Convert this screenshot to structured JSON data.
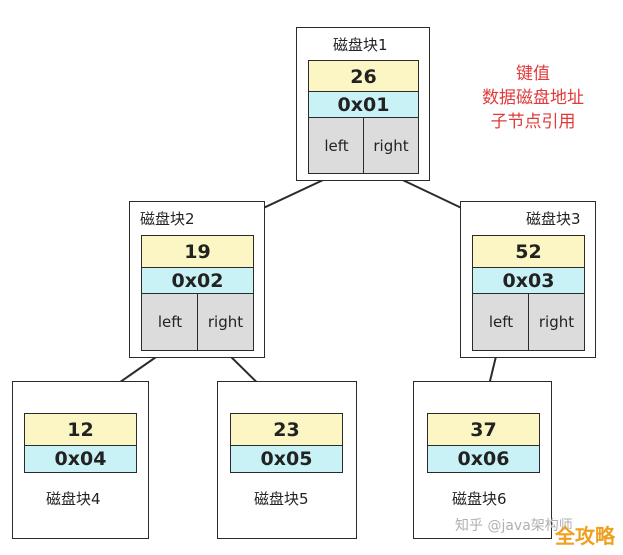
{
  "legend": {
    "line1": "键值",
    "line2": "数据磁盘地址",
    "line3": "子节点引用"
  },
  "blocks": [
    {
      "label": "磁盘块1",
      "key": "26",
      "addr": "0x01",
      "left": "left",
      "right": "right"
    },
    {
      "label": "磁盘块2",
      "key": "19",
      "addr": "0x02",
      "left": "left",
      "right": "right"
    },
    {
      "label": "磁盘块3",
      "key": "52",
      "addr": "0x03",
      "left": "left",
      "right": "right"
    },
    {
      "label": "磁盘块4",
      "key": "12",
      "addr": "0x04"
    },
    {
      "label": "磁盘块5",
      "key": "23",
      "addr": "0x05"
    },
    {
      "label": "磁盘块6",
      "key": "37",
      "addr": "0x06"
    }
  ],
  "watermark": {
    "main": "全攻略",
    "sub": "知乎 @java架构师"
  },
  "colors": {
    "key_fill": "#fbf6c4",
    "addr_fill": "#c9f2f7",
    "ptr_fill": "#dcdcdc",
    "legend_text": "#e03a3a",
    "watermark": "#f0a020"
  }
}
